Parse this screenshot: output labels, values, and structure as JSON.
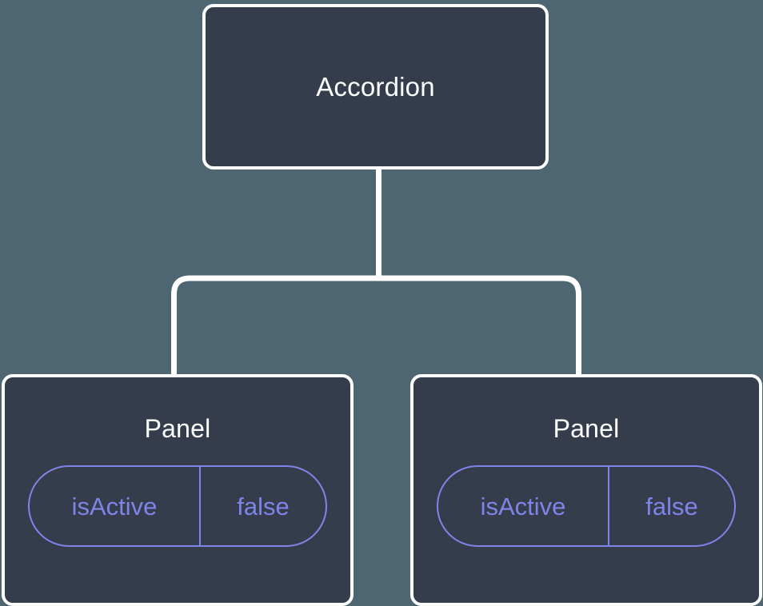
{
  "diagram": {
    "type": "component-tree",
    "background_color": "#4d6671",
    "node_fill_color": "#353d4c",
    "node_border_color": "#ffffff",
    "edge_color": "#ffffff",
    "accent_color": "#7f84e8",
    "root": {
      "label": "Accordion"
    },
    "children": [
      {
        "label": "Panel",
        "state": {
          "key": "isActive",
          "value": "false"
        }
      },
      {
        "label": "Panel",
        "state": {
          "key": "isActive",
          "value": "false"
        }
      }
    ]
  }
}
